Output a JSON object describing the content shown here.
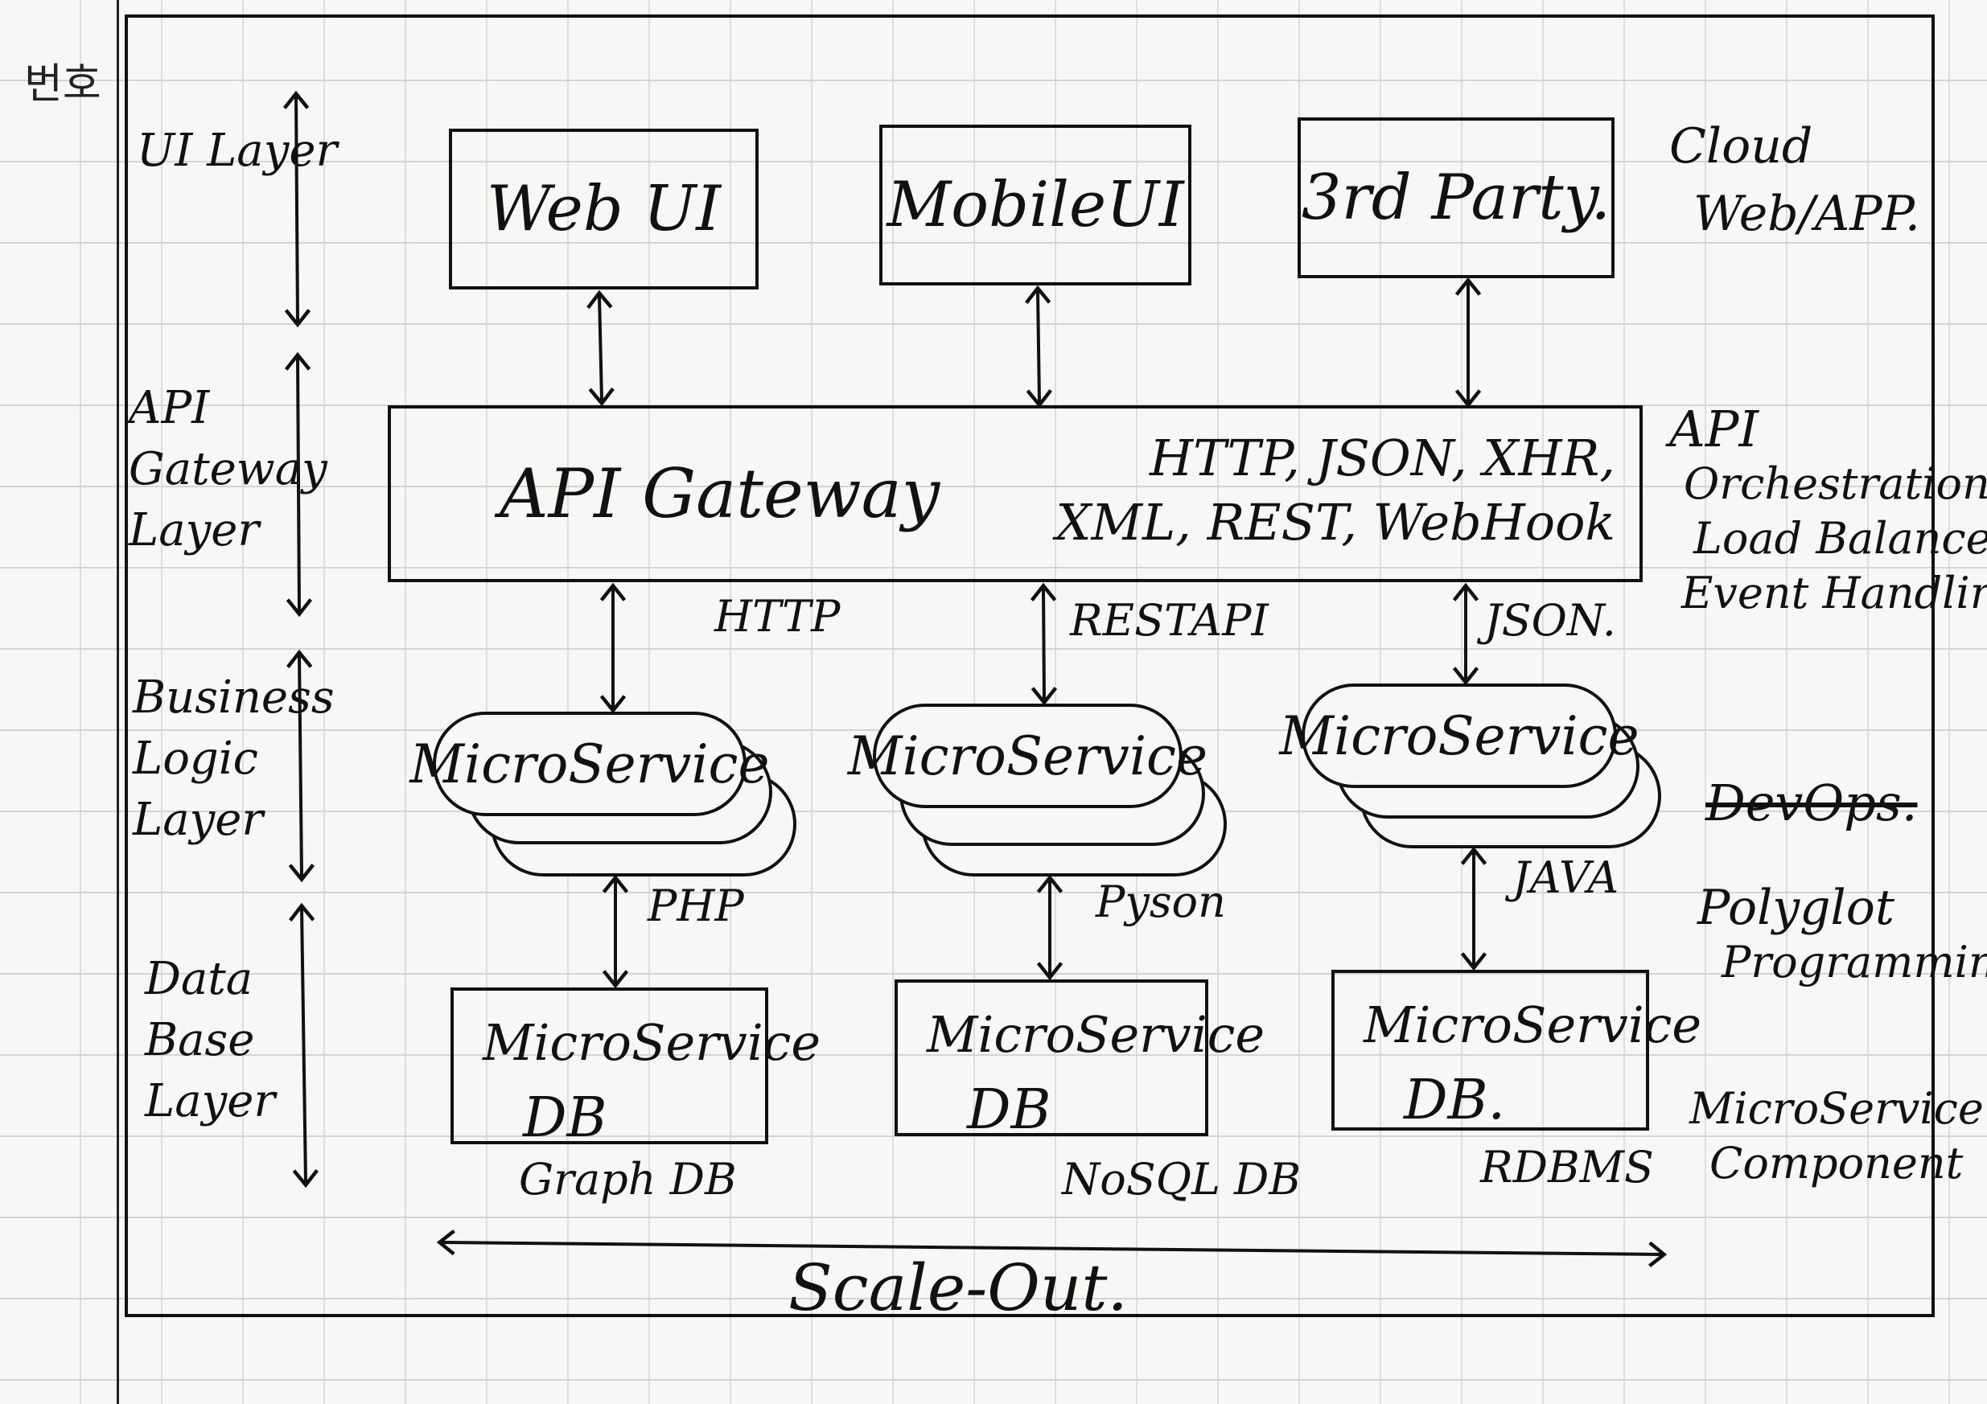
{
  "page_number_label": "번호",
  "layers": [
    "UI Layer",
    "API Gateway Layer",
    "Business Logic Layer",
    "Data Base Layer"
  ],
  "ui": {
    "web": "Web UI",
    "mobile": "MobileUI",
    "third_party": "3rd Party."
  },
  "gateway": {
    "title": "API Gateway",
    "protocols_line1": "HTTP, JSON, XHR,",
    "protocols_line2": "XML, REST, WebHook"
  },
  "edges": {
    "http": "HTTP",
    "rest": "RESTAPI",
    "json": "JSON.",
    "php": "PHP",
    "python": "Pyson",
    "java": "JAVA"
  },
  "microservice_label": "MicroService",
  "db_boxes": [
    {
      "title": "MicroService",
      "sub": "DB",
      "type": "Graph DB"
    },
    {
      "title": "MicroService",
      "sub": "DB",
      "type": "NoSQL DB"
    },
    {
      "title": "MicroService",
      "sub": "DB.",
      "type": "RDBMS"
    }
  ],
  "right_notes": {
    "cloud": [
      "Cloud",
      "Web/APP."
    ],
    "api": [
      "API",
      "Orchestration",
      "Load Balance",
      "Event Handling."
    ],
    "devops": "DevOps.",
    "polyglot": [
      "Polyglot",
      "Programming."
    ],
    "component": [
      "MicroService",
      "Component"
    ]
  },
  "scale_out": "Scale-Out."
}
